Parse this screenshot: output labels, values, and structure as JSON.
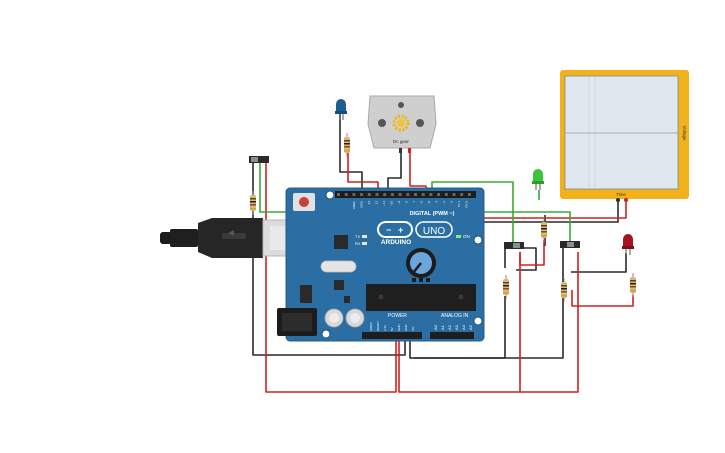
{
  "board": {
    "brand": "ARDUINO",
    "model": "UNO",
    "on_label": "ON",
    "tx_label": "TX",
    "rx_label": "RX",
    "digital_label": "DIGITAL (PWM ~)",
    "analog_label": "ANALOG IN",
    "power_label": "POWER",
    "aref_label": "AREF",
    "gnd_label": "GND",
    "analog_pins": [
      "A0",
      "A1",
      "A2",
      "A3",
      "A4",
      "A5"
    ],
    "power_pins": [
      "IOREF",
      "RESET",
      "3.3V",
      "5V",
      "GND",
      "GND",
      "Vin"
    ],
    "digital_pins": [
      "13",
      "12",
      "~11",
      "~10",
      "~9",
      "8",
      "7",
      "~6",
      "~5",
      "4",
      "~3",
      "2",
      "TX 1",
      "RX 0"
    ]
  },
  "motor": {
    "label": "Dc gear"
  },
  "plotter": {
    "x_label": "Time",
    "y_label": "Voltage"
  },
  "colors": {
    "board": "#2b6ea3",
    "wire_red": "#d42020",
    "wire_black": "#2a2a2a",
    "wire_green": "#3aaa35",
    "plotter_frame": "#f2b21b",
    "plotter_screen": "#dfe8ee",
    "led_blue": "#1d5f8f",
    "led_green": "#3cc43a",
    "led_red": "#a3151b"
  }
}
